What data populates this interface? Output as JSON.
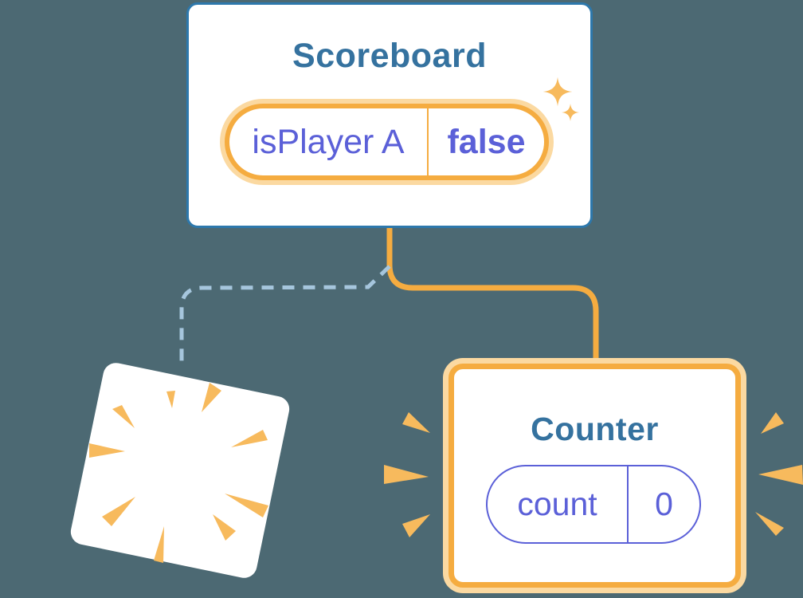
{
  "colors": {
    "background": "#4C6973",
    "card_border_blue": "#2D78AC",
    "component_title_blue": "#35729F",
    "state_purple": "#5B60D8",
    "highlight_orange": "#F5AC40",
    "highlight_glow": "#FBD9A1",
    "burst_orange": "#F7BA5D",
    "removed_dash_blue": "#A6C6DD"
  },
  "scoreboard": {
    "title": "Scoreboard",
    "state": {
      "name": "isPlayer A",
      "value": "false"
    }
  },
  "counter": {
    "title": "Counter",
    "state": {
      "name": "count",
      "value": "0"
    }
  }
}
